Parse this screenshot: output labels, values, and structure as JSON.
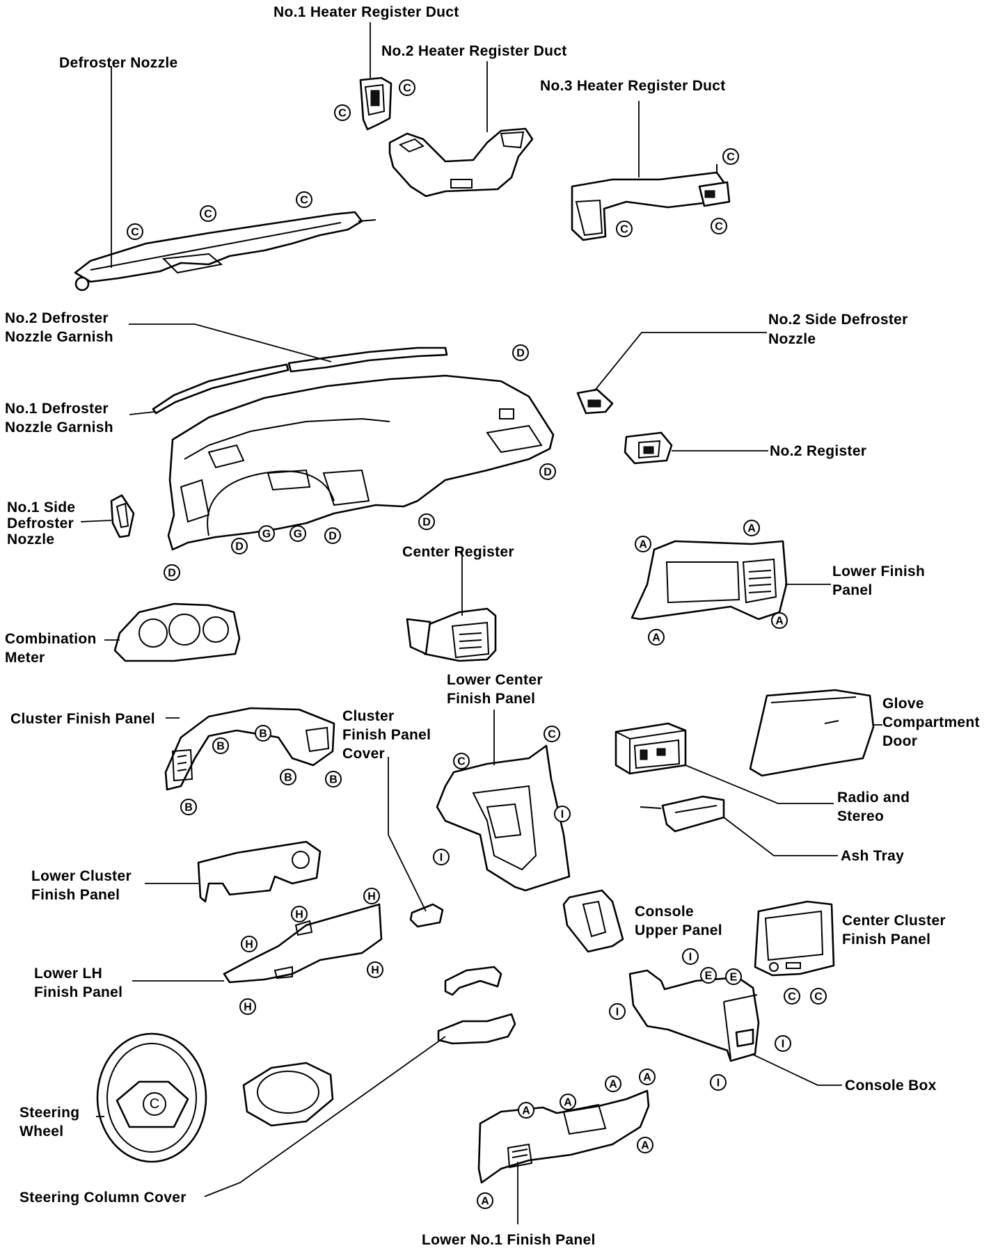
{
  "labels": {
    "no1_heater_register_duct": "No.1 Heater Register Duct",
    "no2_heater_register_duct": "No.2 Heater Register Duct",
    "no3_heater_register_duct": "No.3 Heater Register Duct",
    "defroster_nozzle": "Defroster Nozzle",
    "no2_defroster_nozzle_garnish": [
      "No.2 Defroster",
      "Nozzle Garnish"
    ],
    "no1_defroster_nozzle_garnish": [
      "No.1 Defroster",
      "Nozzle Garnish"
    ],
    "no2_side_defroster_nozzle": [
      "No.2 Side Defroster",
      "Nozzle"
    ],
    "no2_register": "No.2 Register",
    "no1_side_defroster_nozzle": [
      "No.1 Side",
      "Defroster",
      "Nozzle"
    ],
    "center_register": "Center Register",
    "lower_finish_panel": [
      "Lower Finish",
      "Panel"
    ],
    "combination_meter": [
      "Combination",
      "Meter"
    ],
    "lower_center_finish_panel": [
      "Lower Center",
      "Finish Panel"
    ],
    "cluster_finish_panel": "Cluster Finish Panel",
    "cluster_finish_panel_cover": [
      "Cluster",
      "Finish Panel",
      "Cover"
    ],
    "glove_compartment_door": [
      "Glove",
      "Compartment",
      "Door"
    ],
    "radio_and_stereo": [
      "Radio and",
      "Stereo"
    ],
    "ash_tray": "Ash Tray",
    "lower_cluster_finish_panel": [
      "Lower Cluster",
      "Finish Panel"
    ],
    "console_upper_panel": [
      "Console",
      "Upper Panel"
    ],
    "center_cluster_finish_panel": [
      "Center Cluster",
      "Finish Panel"
    ],
    "lower_lh_finish_panel": [
      "Lower LH",
      "Finish Panel"
    ],
    "console_box": "Console Box",
    "steering_wheel": [
      "Steering",
      "Wheel"
    ],
    "steering_column_cover": "Steering Column Cover",
    "lower_no1_finish_panel": "Lower No.1 Finish Panel"
  },
  "clip_letters": {
    "A": "A",
    "B": "B",
    "C": "C",
    "D": "D",
    "E": "E",
    "G": "G",
    "H": "H",
    "I": "I"
  },
  "steering_hub_letter": "C"
}
